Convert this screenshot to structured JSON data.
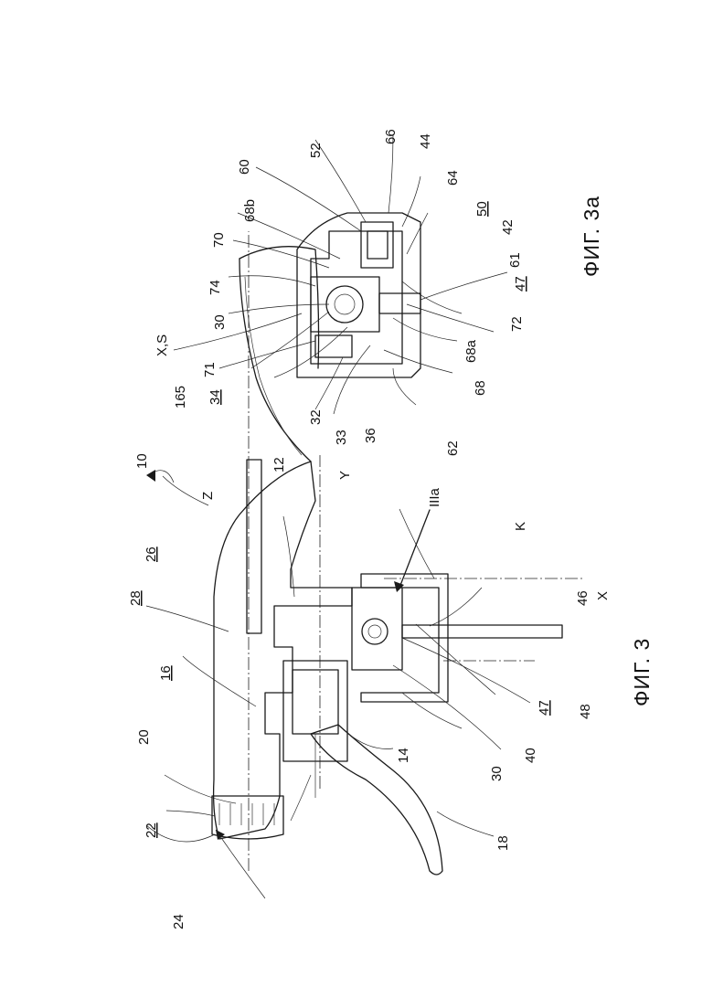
{
  "figures": {
    "fig3": {
      "caption": "ФИГ. 3",
      "labels": {
        "n10": "10",
        "n12": "12",
        "z": "Z",
        "y": "Y",
        "n26": "26",
        "n28": "28",
        "n16": "16",
        "n20": "20",
        "n22": "22",
        "n24": "24",
        "n14": "14",
        "n18": "18",
        "n30": "30",
        "n40": "40",
        "n47": "47",
        "n48": "48",
        "n46": "46",
        "x": "X",
        "k": "K",
        "IIIa": "IIIa"
      }
    },
    "fig3a": {
      "caption": "ФИГ. 3а",
      "labels": {
        "xs": "X,S",
        "n34": "34",
        "n165": "165",
        "n71": "71",
        "n30": "30",
        "n74": "74",
        "n70": "70",
        "n68b": "68b",
        "n60": "60",
        "n52": "52",
        "n66": "66",
        "n44": "44",
        "n64": "64",
        "n50": "50",
        "n42": "42",
        "n61": "61",
        "n47": "47",
        "n72": "72",
        "n68a": "68a",
        "n68": "68",
        "n62": "62",
        "n36": "36",
        "n33": "33",
        "n32": "32"
      }
    }
  }
}
